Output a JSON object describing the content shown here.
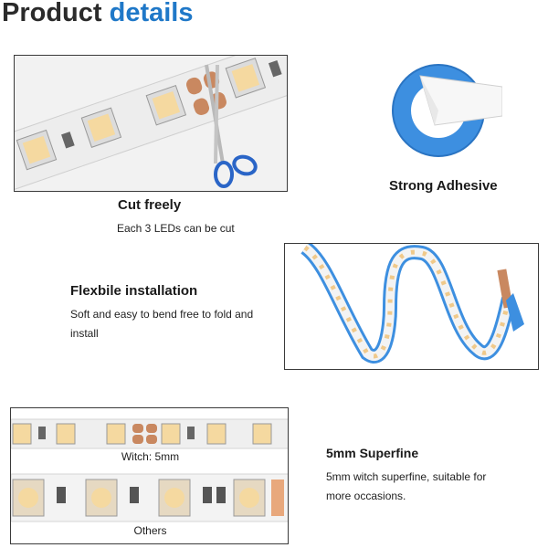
{
  "title": {
    "part1": "Product",
    "part2": "details"
  },
  "cut": {
    "heading": "Cut freely",
    "description": "Each 3 LEDs can be cut"
  },
  "adhesive": {
    "heading": "Strong Adhesive"
  },
  "flexible": {
    "heading": "Flexbile installation",
    "description": "Soft and easy to bend free to fold and install"
  },
  "superfine": {
    "heading": "5mm Superfine",
    "description": "5mm witch superfine, suitable for more occasions.",
    "label_top": "Witch: 5mm",
    "label_bottom": "Others"
  },
  "colors": {
    "accent": "#1f78c8",
    "adhesive_blue": "#3d8fe0",
    "led_warm": "#f5d9a0",
    "copper_pad": "#c98860"
  },
  "icons": [
    "scissors-icon",
    "tape-roll-icon"
  ]
}
